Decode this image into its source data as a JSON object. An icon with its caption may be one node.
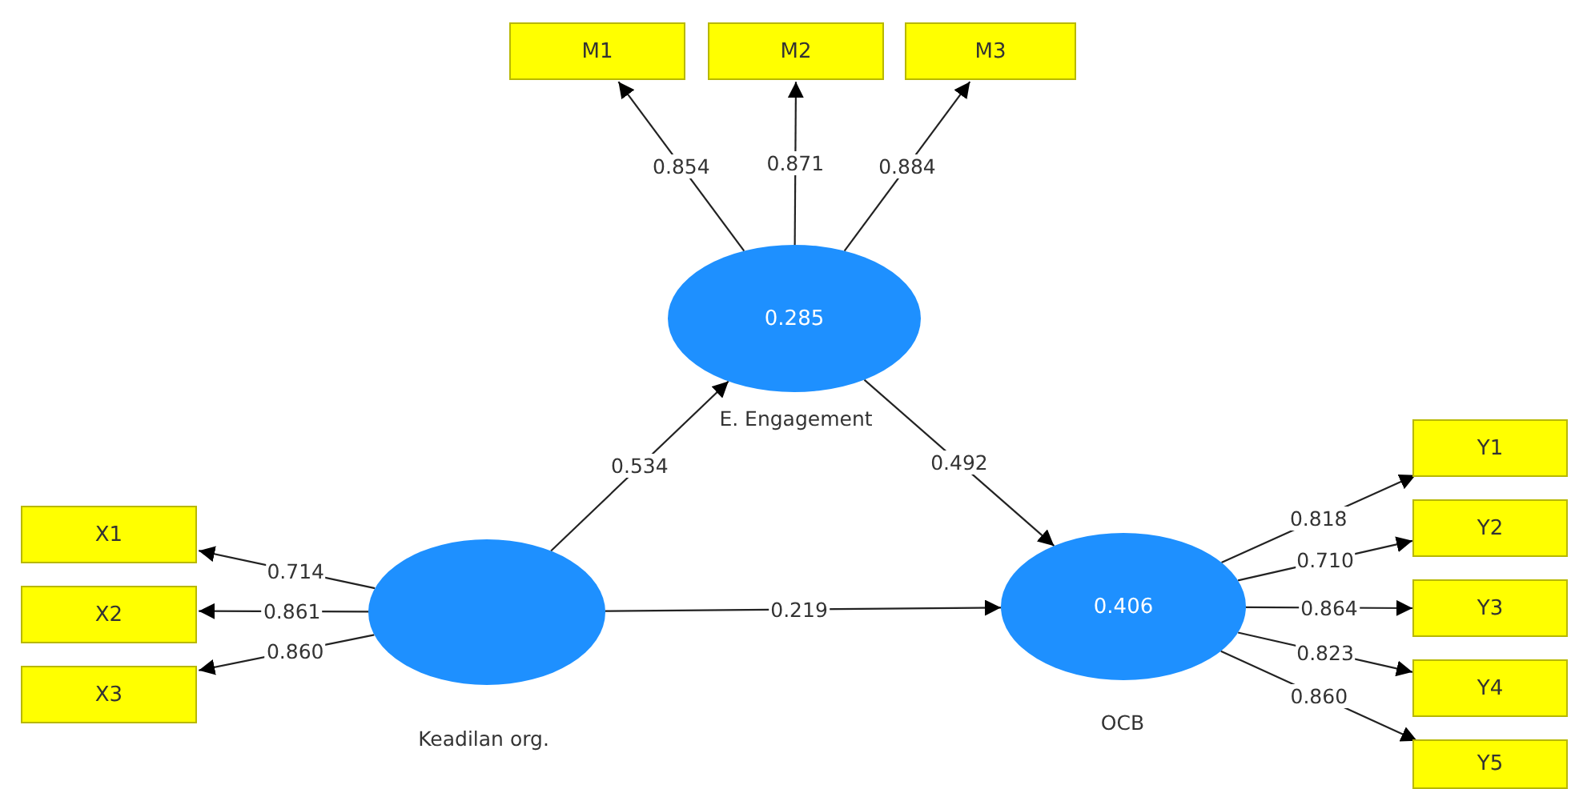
{
  "diagram": {
    "nodes": [
      {
        "text": [
          "M1"
        ]
      },
      {
        "text": [
          "M2"
        ]
      },
      {
        "text": [
          "M3"
        ]
      },
      {
        "text": [
          "0.285"
        ],
        "beside": [
          "E. Engagement"
        ]
      },
      {
        "text": [
          "X1"
        ]
      },
      {
        "text": [
          "X2"
        ]
      },
      {
        "text": [
          "X3"
        ]
      },
      {
        "text": [],
        "shape": "ellipse",
        "beside": [
          "Keadilan org."
        ]
      },
      {
        "text": [
          "0.406"
        ],
        "beside": [
          "OCB"
        ]
      },
      {
        "text": [
          "Y1"
        ]
      },
      {
        "text": [
          "Y2"
        ]
      },
      {
        "text": [
          "Y3"
        ]
      },
      {
        "text": [
          "Y4"
        ]
      },
      {
        "text": [
          "Y5"
        ]
      }
    ],
    "edges": [
      {
        "from": 3,
        "to": 0,
        "arrow": "to",
        "label": "0.854"
      },
      {
        "from": 3,
        "to": 1,
        "arrow": "to",
        "label": "0.871"
      },
      {
        "from": 3,
        "to": 2,
        "arrow": "to",
        "label": "0.884"
      },
      {
        "from": 7,
        "to": 3,
        "arrow": "to",
        "label": "0.534"
      },
      {
        "from": 3,
        "to": 8,
        "arrow": "to",
        "label": "0.492"
      },
      {
        "from": 7,
        "to": 4,
        "arrow": "to",
        "label": "0.714"
      },
      {
        "from": 7,
        "to": 5,
        "arrow": "to",
        "label": "0.861"
      },
      {
        "from": 7,
        "to": 6,
        "arrow": "to",
        "label": "0.860"
      },
      {
        "from": 7,
        "to": 8,
        "arrow": "to",
        "label": "0.219"
      },
      {
        "from": 8,
        "to": 9,
        "arrow": "to",
        "label": "0.818"
      },
      {
        "from": 8,
        "to": 10,
        "arrow": "to",
        "label": "0.710"
      },
      {
        "from": 8,
        "to": 11,
        "arrow": "to",
        "label": "0.864"
      },
      {
        "from": 8,
        "to": 12,
        "arrow": "to",
        "label": "0.823"
      },
      {
        "from": 8,
        "to": 13,
        "arrow": "to",
        "label": "0.860"
      }
    ]
  }
}
